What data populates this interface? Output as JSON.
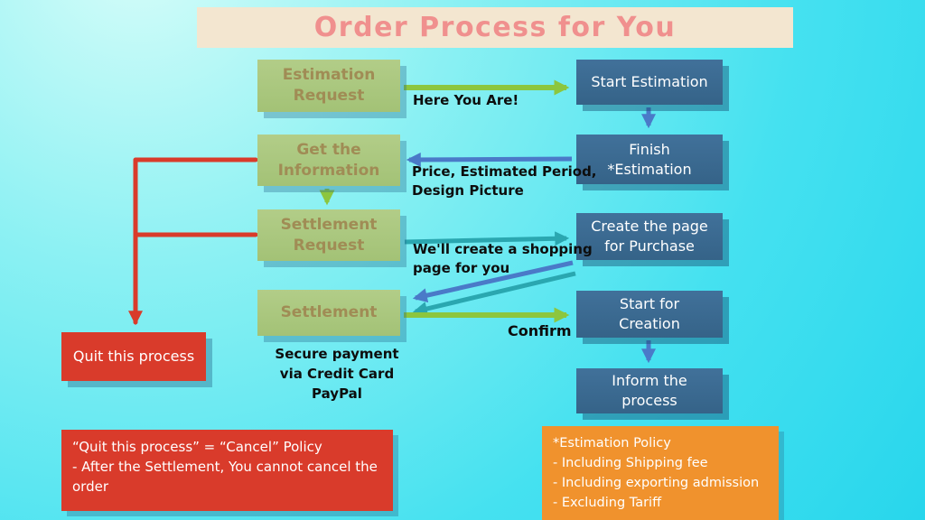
{
  "title": "Order Process for You",
  "nodes": {
    "left": [
      "Estimation\nRequest",
      "Get the\nInformation",
      "Settlement\nRequest",
      "Settlement"
    ],
    "right": [
      "Start Estimation",
      "Finish\n*Estimation",
      "Create the page\nfor Purchase",
      "Start for\nCreation",
      "Inform the\nprocess"
    ],
    "quit": "Quit this process"
  },
  "arrow_labels": {
    "here_you_are": "Here You Are!",
    "estimation_result": "Price, Estimated Period,\nDesign Picture",
    "shopping_page": "We'll create a shopping\npage for you",
    "confirm": "Confirm"
  },
  "captions": {
    "secure_payment": "Secure payment\nvia Credit Card\nPayPal"
  },
  "notes": {
    "cancel_policy": "“Quit this process” = “Cancel” Policy\n- After the Settlement, You cannot cancel the\norder",
    "estimation_policy": "*Estimation Policy\n- Including Shipping fee\n- Including exporting admission\n- Excluding Tariff"
  },
  "colors": {
    "background_top": "#d8fdf9",
    "background_main": "#2ed9ec",
    "title_bg": "#f3e6d0",
    "title_text": "#f0908e",
    "node_green": "#a9c77d",
    "node_green_text": "#a08c55",
    "node_blue": "#3b6d96",
    "node_red": "#d93b2b",
    "note_orange": "#f0922d",
    "arrow_green": "#8cc63e",
    "arrow_blue": "#4a7ac8",
    "arrow_teal": "#2aa7b0",
    "arrow_red": "#d93b2b"
  }
}
